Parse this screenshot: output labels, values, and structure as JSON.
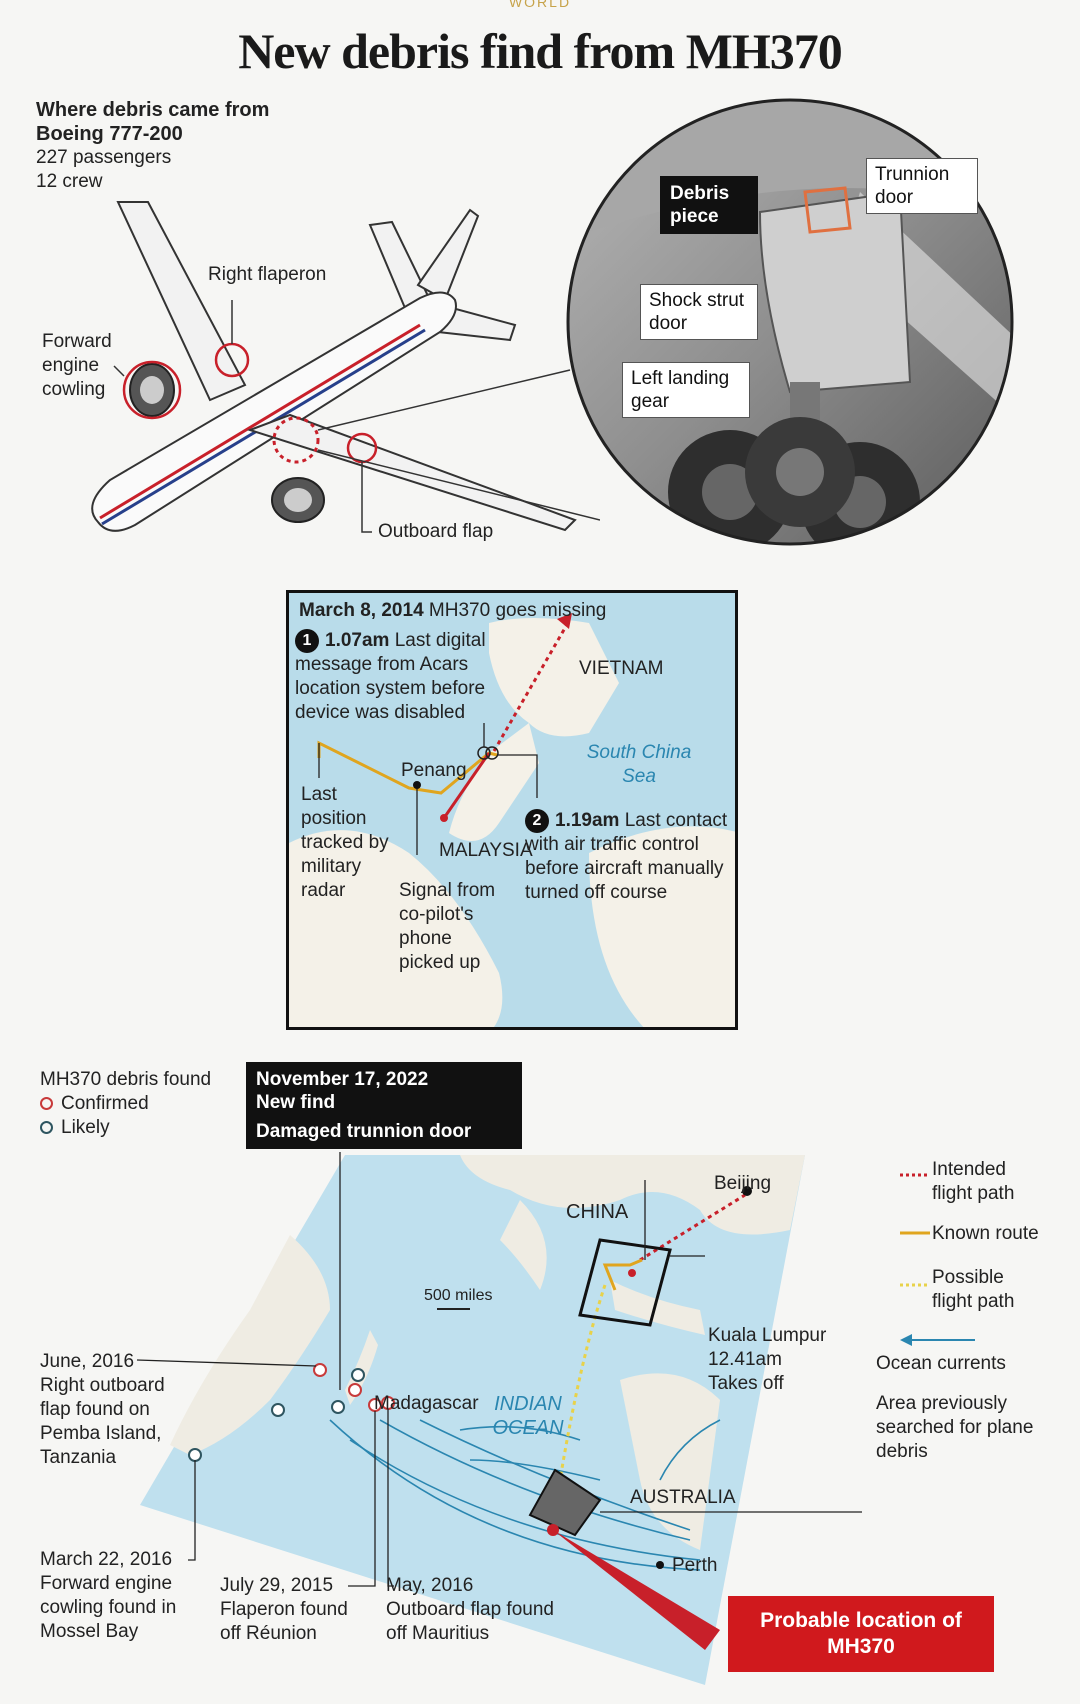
{
  "header": {
    "section": "WORLD",
    "title": "New debris find from MH370"
  },
  "aircraft": {
    "heading": "Where debris came from",
    "model": "Boeing 777-200",
    "passengers": "227 passengers",
    "crew": "12 crew",
    "labels": {
      "right_flaperon": "Right flaperon",
      "forward_engine_cowling": "Forward engine cowling",
      "outboard_flap": "Outboard flap"
    }
  },
  "photo": {
    "debris_piece": "Debris piece",
    "trunnion_door": "Trunnion door",
    "shock_strut_door": "Shock strut door",
    "left_landing_gear": "Left landing gear"
  },
  "timeline_map": {
    "date": "March 8, 2014",
    "headline": "MH370 goes missing",
    "event1": {
      "num": "1",
      "time": "1.07am",
      "text": "Last digital message from Acars location system before device was disabled"
    },
    "event2": {
      "num": "2",
      "time": "1.19am",
      "text": "Last contact with air traffic control before aircraft manually turned off course"
    },
    "last_position": "Last position tracked by military radar",
    "signal": "Signal from co-pilot's phone picked up",
    "places": {
      "vietnam": "VIETNAM",
      "south_china_sea": "South China Sea",
      "penang": "Penang",
      "malaysia": "MALAYSIA"
    }
  },
  "debris_map": {
    "legend_title": "MH370 debris found",
    "legend_confirmed": "Confirmed",
    "legend_likely": "Likely",
    "new_find_date": "November 17, 2022",
    "new_find_label": "New find",
    "new_find_item": "Damaged trunnion door",
    "places": {
      "china": "CHINA",
      "beijing": "Beijing",
      "madagascar": "Madagascar",
      "indian_ocean": "INDIAN OCEAN",
      "australia": "AUSTRALIA",
      "perth": "Perth",
      "kuala_lumpur": "Kuala Lumpur",
      "kl_time": "12.41am",
      "kl_takeoff": "Takes off"
    },
    "scale": "500 miles",
    "finds": {
      "june_2016_date": "June, 2016",
      "june_2016_text": "Right outboard flap found on Pemba Island, Tanzania",
      "march_2016_date": "March 22, 2016",
      "march_2016_text": "Forward engine cowling found in Mossel Bay",
      "july_2015_date": "July 29, 2015",
      "july_2015_text": "Flaperon found off Réunion",
      "may_2016_date": "May, 2016",
      "may_2016_text": "Outboard flap found off Mauritius"
    },
    "map_legend": {
      "intended": "Intended flight path",
      "known": "Known route",
      "possible": "Possible flight path",
      "currents": "Ocean currents",
      "area_searched": "Area previously searched for plane debris"
    },
    "probable": "Probable location of MH370",
    "colors": {
      "confirmed": "#c83a3a",
      "likely": "#2e5560",
      "intended": "#c8202a",
      "known": "#e0a51e",
      "possible": "#e8d24a",
      "currents": "#2a86b0"
    }
  }
}
